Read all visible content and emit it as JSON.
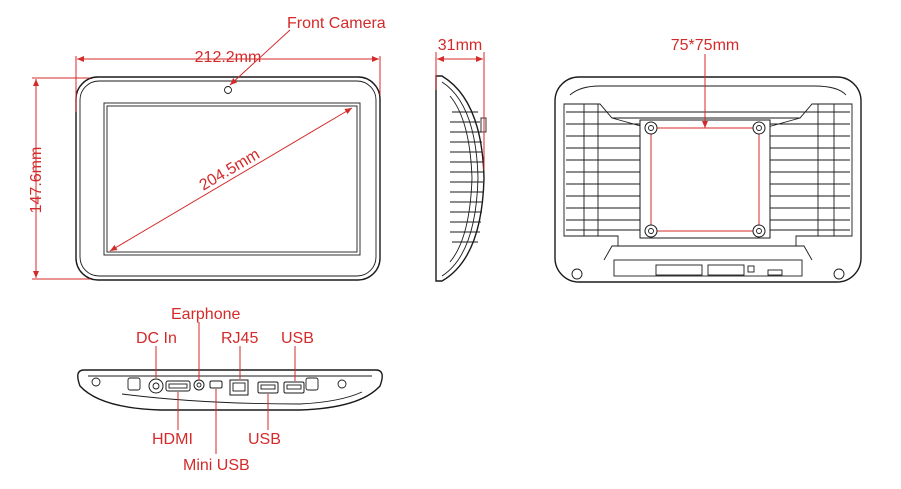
{
  "front_view": {
    "front_camera_label": "Front Camera",
    "width_label": "212.2mm",
    "height_label": "147.6mm",
    "diagonal_label": "204.5mm"
  },
  "side_view": {
    "depth_label": "31mm"
  },
  "back_view": {
    "vesa_label": "75*75mm"
  },
  "bottom_view": {
    "ports_top": [
      "Earphone",
      "DC In",
      "RJ45",
      "USB"
    ],
    "ports_bottom": [
      "HDMI",
      "USB",
      "Mini USB"
    ]
  },
  "colors": {
    "annotation": "#d42a2a",
    "outline": "#1a1a1a"
  }
}
